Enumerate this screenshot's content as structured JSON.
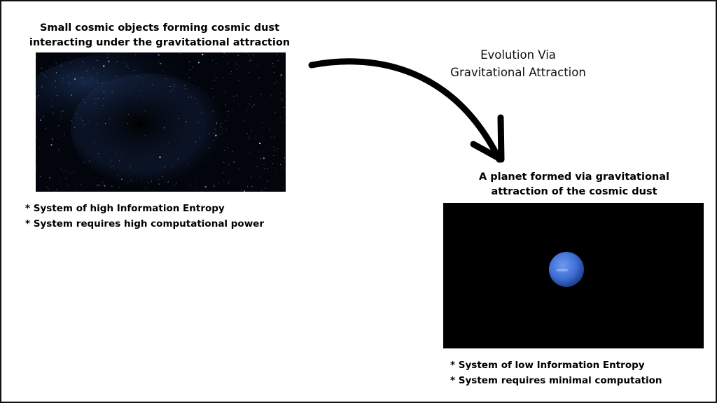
{
  "left": {
    "title_lines": [
      "Small cosmic objects forming cosmic dust",
      "interacting under the gravitational attraction"
    ],
    "bullets": [
      "* System of high Information Entropy",
      "* System requires high computational power"
    ]
  },
  "arrow": {
    "label_lines": [
      "Evolution Via",
      "Gravitational Attraction"
    ]
  },
  "right": {
    "title_lines": [
      "A planet formed via gravitational",
      "attraction of the cosmic dust"
    ],
    "bullets": [
      "* System of low Information Entropy",
      "* System requires minimal computation"
    ]
  },
  "colors": {
    "space_background": "#02050c",
    "planet_blue": "#3f6fd6",
    "text": "#000000"
  }
}
